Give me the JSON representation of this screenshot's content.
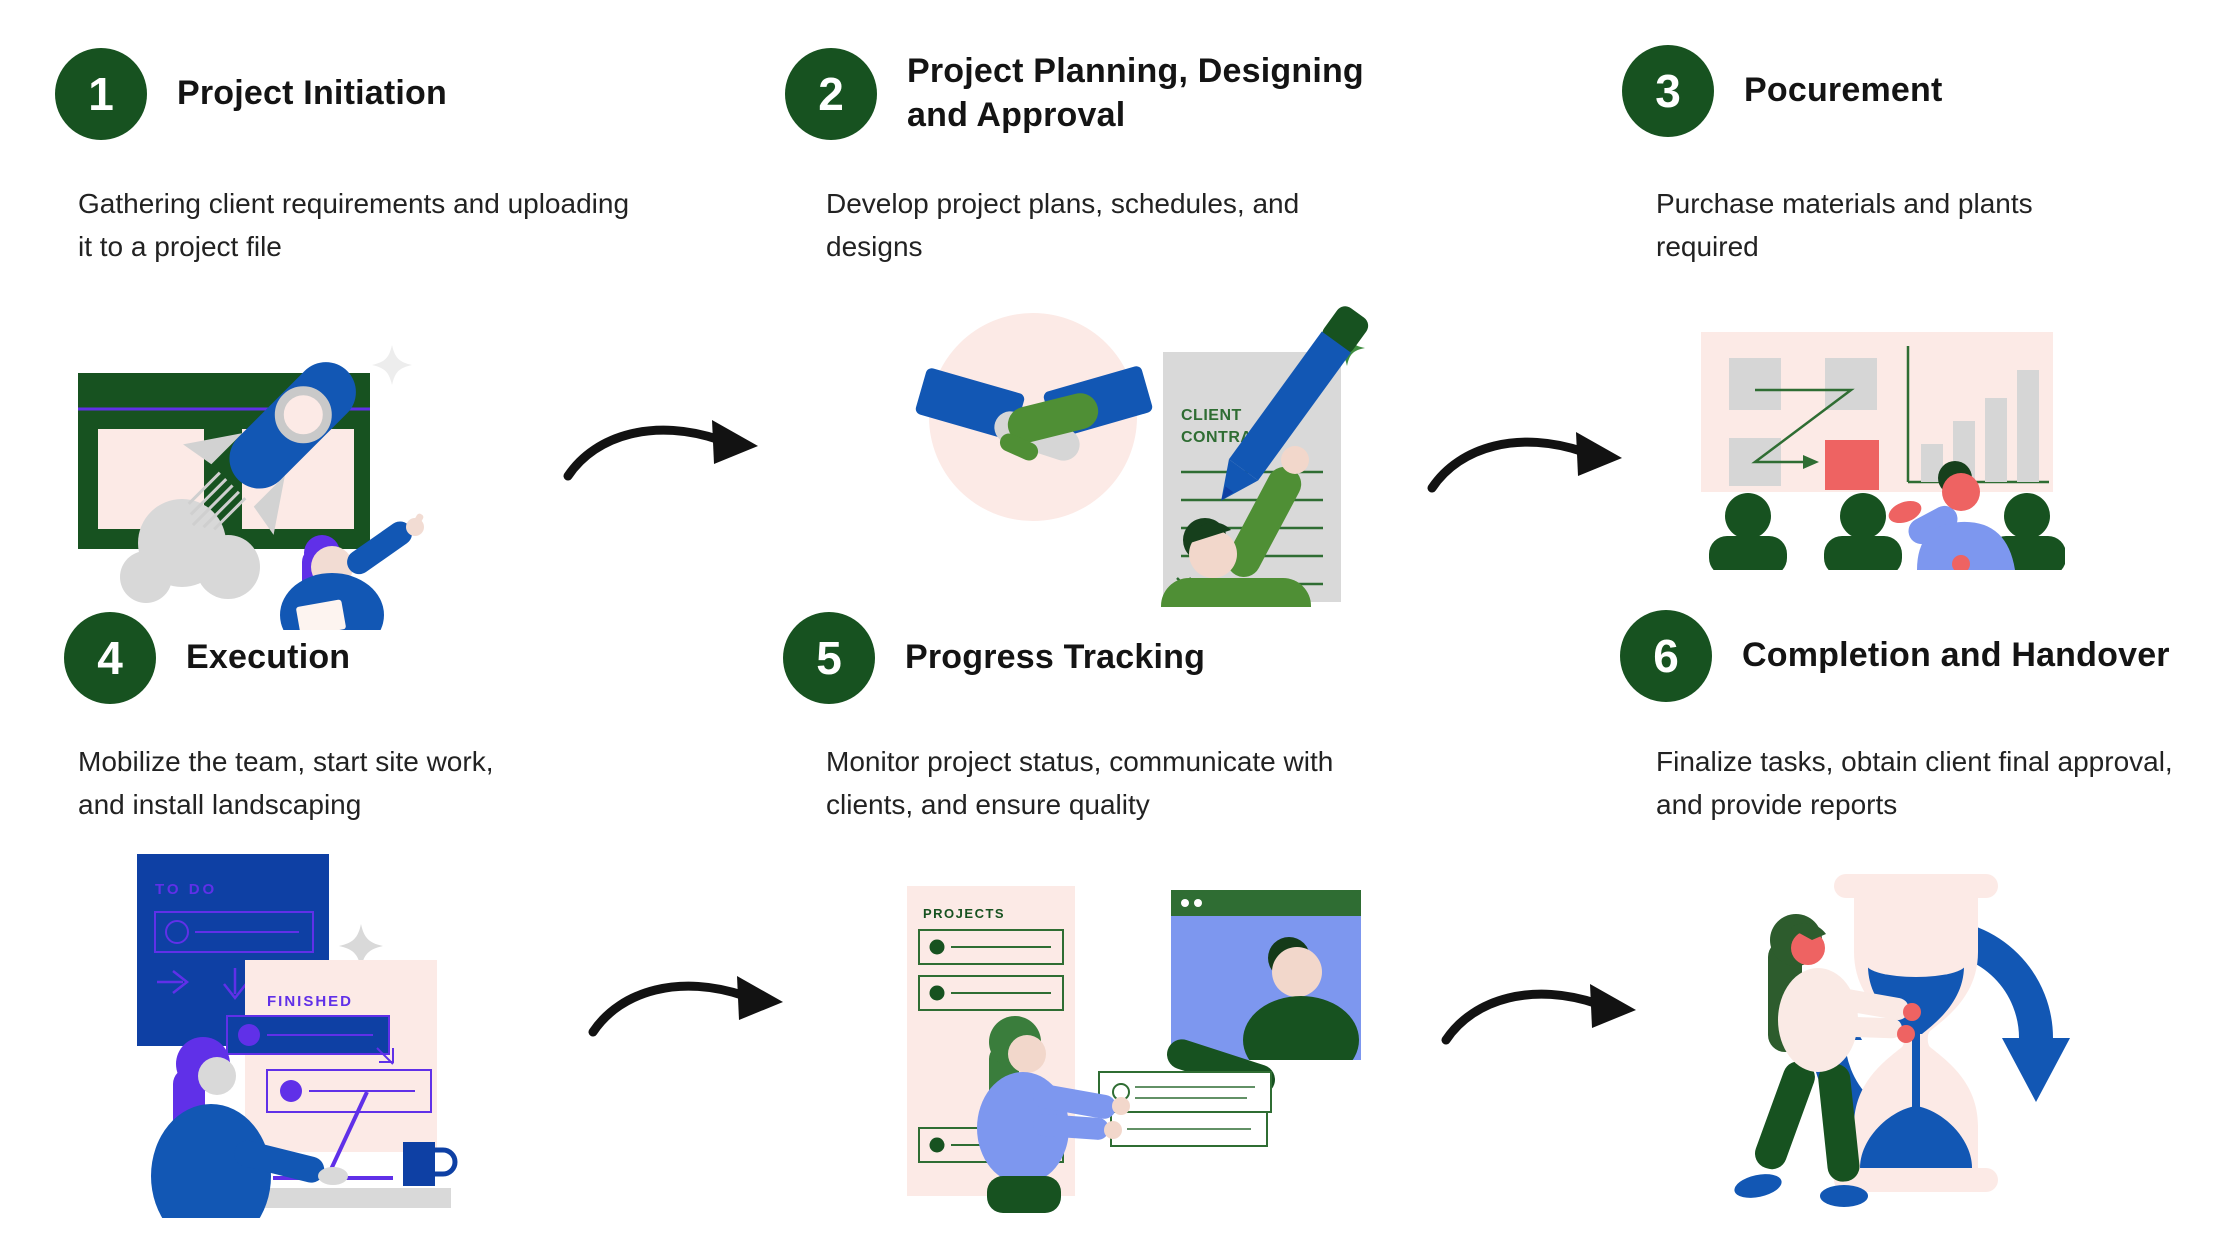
{
  "steps": [
    {
      "number": "1",
      "title": "Project Initiation",
      "description": "Gathering client requirements and uploading it to a project file"
    },
    {
      "number": "2",
      "title": "Project Planning, Designing and Approval",
      "description": "Develop project plans, schedules, and designs"
    },
    {
      "number": "3",
      "title": "Pocurement",
      "description": "Purchase materials and plants required"
    },
    {
      "number": "4",
      "title": "Execution",
      "description": "Mobilize the team, start site work, and install landscaping"
    },
    {
      "number": "5",
      "title": "Progress Tracking",
      "description": "Monitor project status, communicate with clients, and ensure quality"
    },
    {
      "number": "6",
      "title": "Completion and Handover",
      "description": "Finalize tasks, obtain client final approval, and provide reports"
    }
  ],
  "illustration_labels": {
    "contract_line1": "CLIENT",
    "contract_line2": "CONTRACT",
    "todo": "TO DO",
    "finished": "FINISHED",
    "projects": "PROJECTS"
  },
  "colors": {
    "dark_green": "#175220",
    "line_green": "#2f6d33",
    "leaf_green": "#4f8f35",
    "blue": "#1257b4",
    "navy": "#0e40a4",
    "purple": "#6030e8",
    "periwinkle": "#7d97ef",
    "light_pink": "#fceae6",
    "salmon": "#ee6362",
    "grey": "#d7d7d7",
    "arrow_black": "#121212"
  }
}
